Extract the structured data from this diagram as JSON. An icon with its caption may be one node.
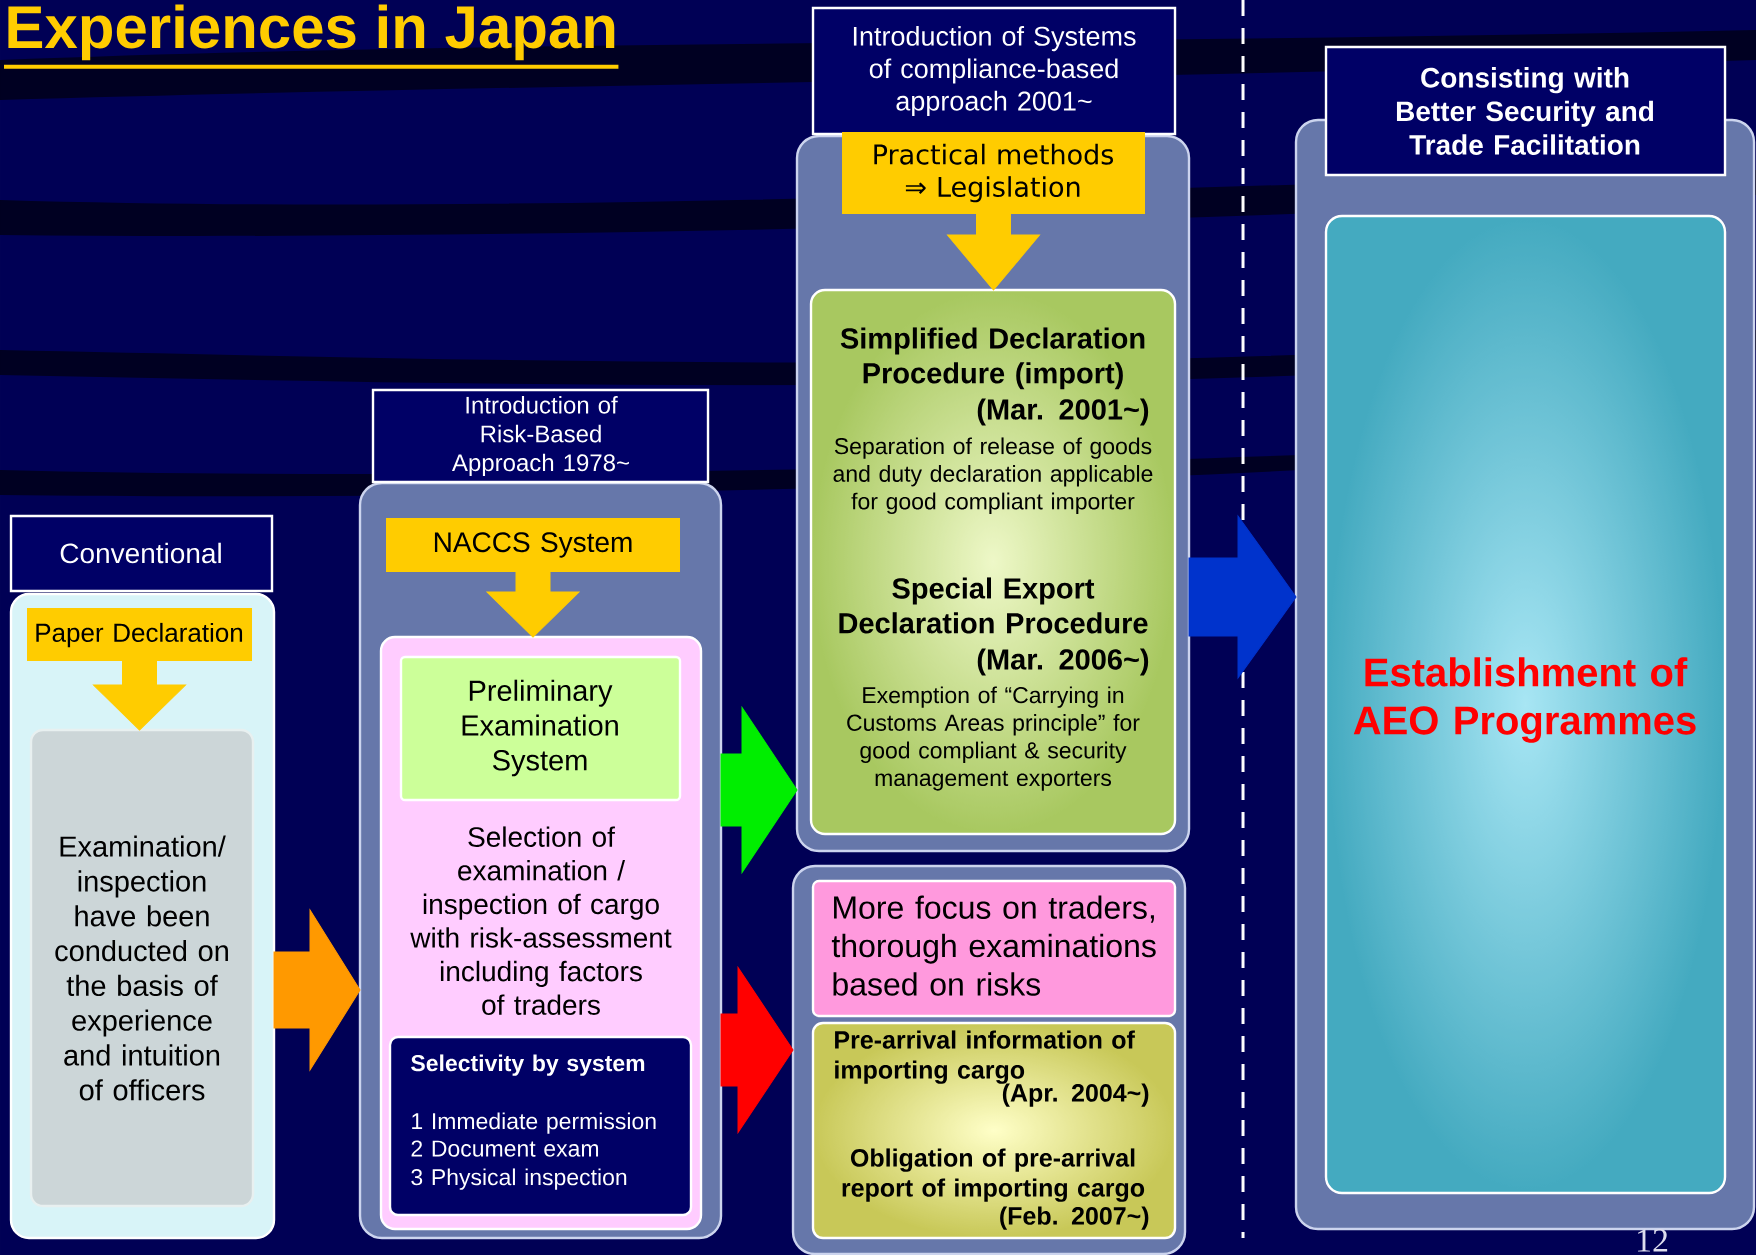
{
  "diagram": {
    "title": "Experiences in Japan",
    "nodes": [
      {
        "text": [
          "Conventional"
        ]
      },
      {
        "text": [],
        "shape": "box"
      },
      {
        "text": [
          "Paper Declaration"
        ],
        "in": 1
      },
      {
        "text": [
          "Examination/ inspection have been conducted on the basis of experience and intuition of officers"
        ],
        "in": 1
      },
      {
        "text": [
          "Introduction of Risk-Based Approach 1978~"
        ]
      },
      {
        "text": [],
        "shape": "box"
      },
      {
        "text": [
          "NACCS System"
        ],
        "in": 5
      },
      {
        "text": [
          "Selection of examination / inspection of cargo with risk-assessment including factors of traders"
        ],
        "in": 5
      },
      {
        "text": [
          "Preliminary Examination System"
        ],
        "in": 7
      },
      {
        "text": [
          "Selectivity by system",
          "1 Immediate permission",
          "2 Document exam",
          "3 Physical inspection"
        ],
        "in": 7
      },
      {
        "text": [
          "Introduction of Systems of compliance-based approach 2001~"
        ]
      },
      {
        "text": [],
        "shape": "box"
      },
      {
        "text": [
          "Practical methods ⇒ Legislation"
        ],
        "in": 11
      },
      {
        "text": [
          "Simplified Declaration Procedure (import)",
          "(Mar. 2001~)",
          "Separation of release of goods and duty declaration applicable for good compliant importer",
          "Special Export Declaration Procedure",
          "(Mar. 2006~)",
          "Exemption of “Carrying in Customs Areas principle” for good compliant & security management exporters"
        ],
        "in": 11
      },
      {
        "text": [],
        "shape": "box"
      },
      {
        "text": [
          "More focus on traders, thorough examinations based on risks"
        ],
        "in": 14
      },
      {
        "text": [
          "Pre-arrival information of importing cargo",
          "(Apr. 2004~)",
          "Obligation of pre-arrival report of importing cargo",
          "(Feb. 2007~)"
        ],
        "in": 14
      },
      {
        "text": [
          "Consisting with Better Security and Trade Facilitation"
        ]
      },
      {
        "text": [],
        "shape": "box"
      },
      {
        "text": [
          "Establishment of AEO Programmes"
        ],
        "in": 18
      }
    ],
    "edges": [
      {
        "from": 1,
        "to": 5,
        "arrow": "to",
        "color": "#ff9900"
      },
      {
        "from": 2,
        "to": 3,
        "arrow": "to"
      },
      {
        "from": 6,
        "to": 7,
        "arrow": "to"
      },
      {
        "from": 5,
        "to": 11,
        "arrow": "to",
        "color": "#00ee00"
      },
      {
        "from": 5,
        "to": 14,
        "arrow": "to",
        "color": "#ff0000"
      },
      {
        "from": 12,
        "to": 13,
        "arrow": "to"
      },
      {
        "from": 11,
        "to": 18,
        "arrow": "to",
        "color": "#0033cc"
      }
    ],
    "labels": [
      "12"
    ]
  }
}
